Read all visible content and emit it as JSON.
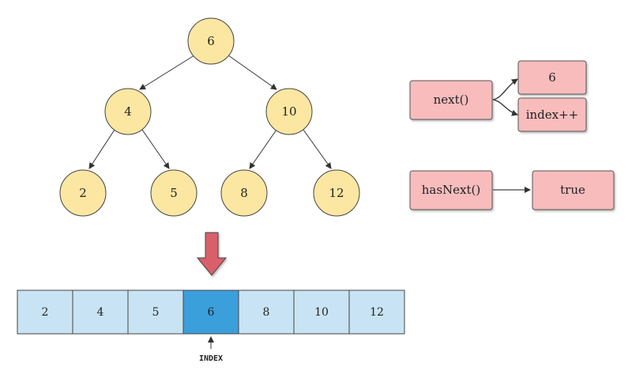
{
  "tree": {
    "root": "6",
    "left": "4",
    "right": "10",
    "left_left": "2",
    "left_right": "5",
    "right_left": "8",
    "right_right": "12"
  },
  "array": {
    "cells": [
      "2",
      "4",
      "5",
      "6",
      "8",
      "10",
      "12"
    ],
    "highlight_index": 3,
    "pointer_label": "INDEX"
  },
  "next_op": {
    "label": "next()",
    "result_value": "6",
    "result_action": "index++"
  },
  "has_next_op": {
    "label": "hasNext()",
    "result": "true"
  },
  "colors": {
    "node_fill": "#fbe7a1",
    "node_stroke": "#444444",
    "cell_fill": "#c8e4f4",
    "cell_highlight": "#3b9fdc",
    "box_fill": "#f8bcbc",
    "box_stroke": "#555555",
    "down_arrow": "#d9616a"
  }
}
